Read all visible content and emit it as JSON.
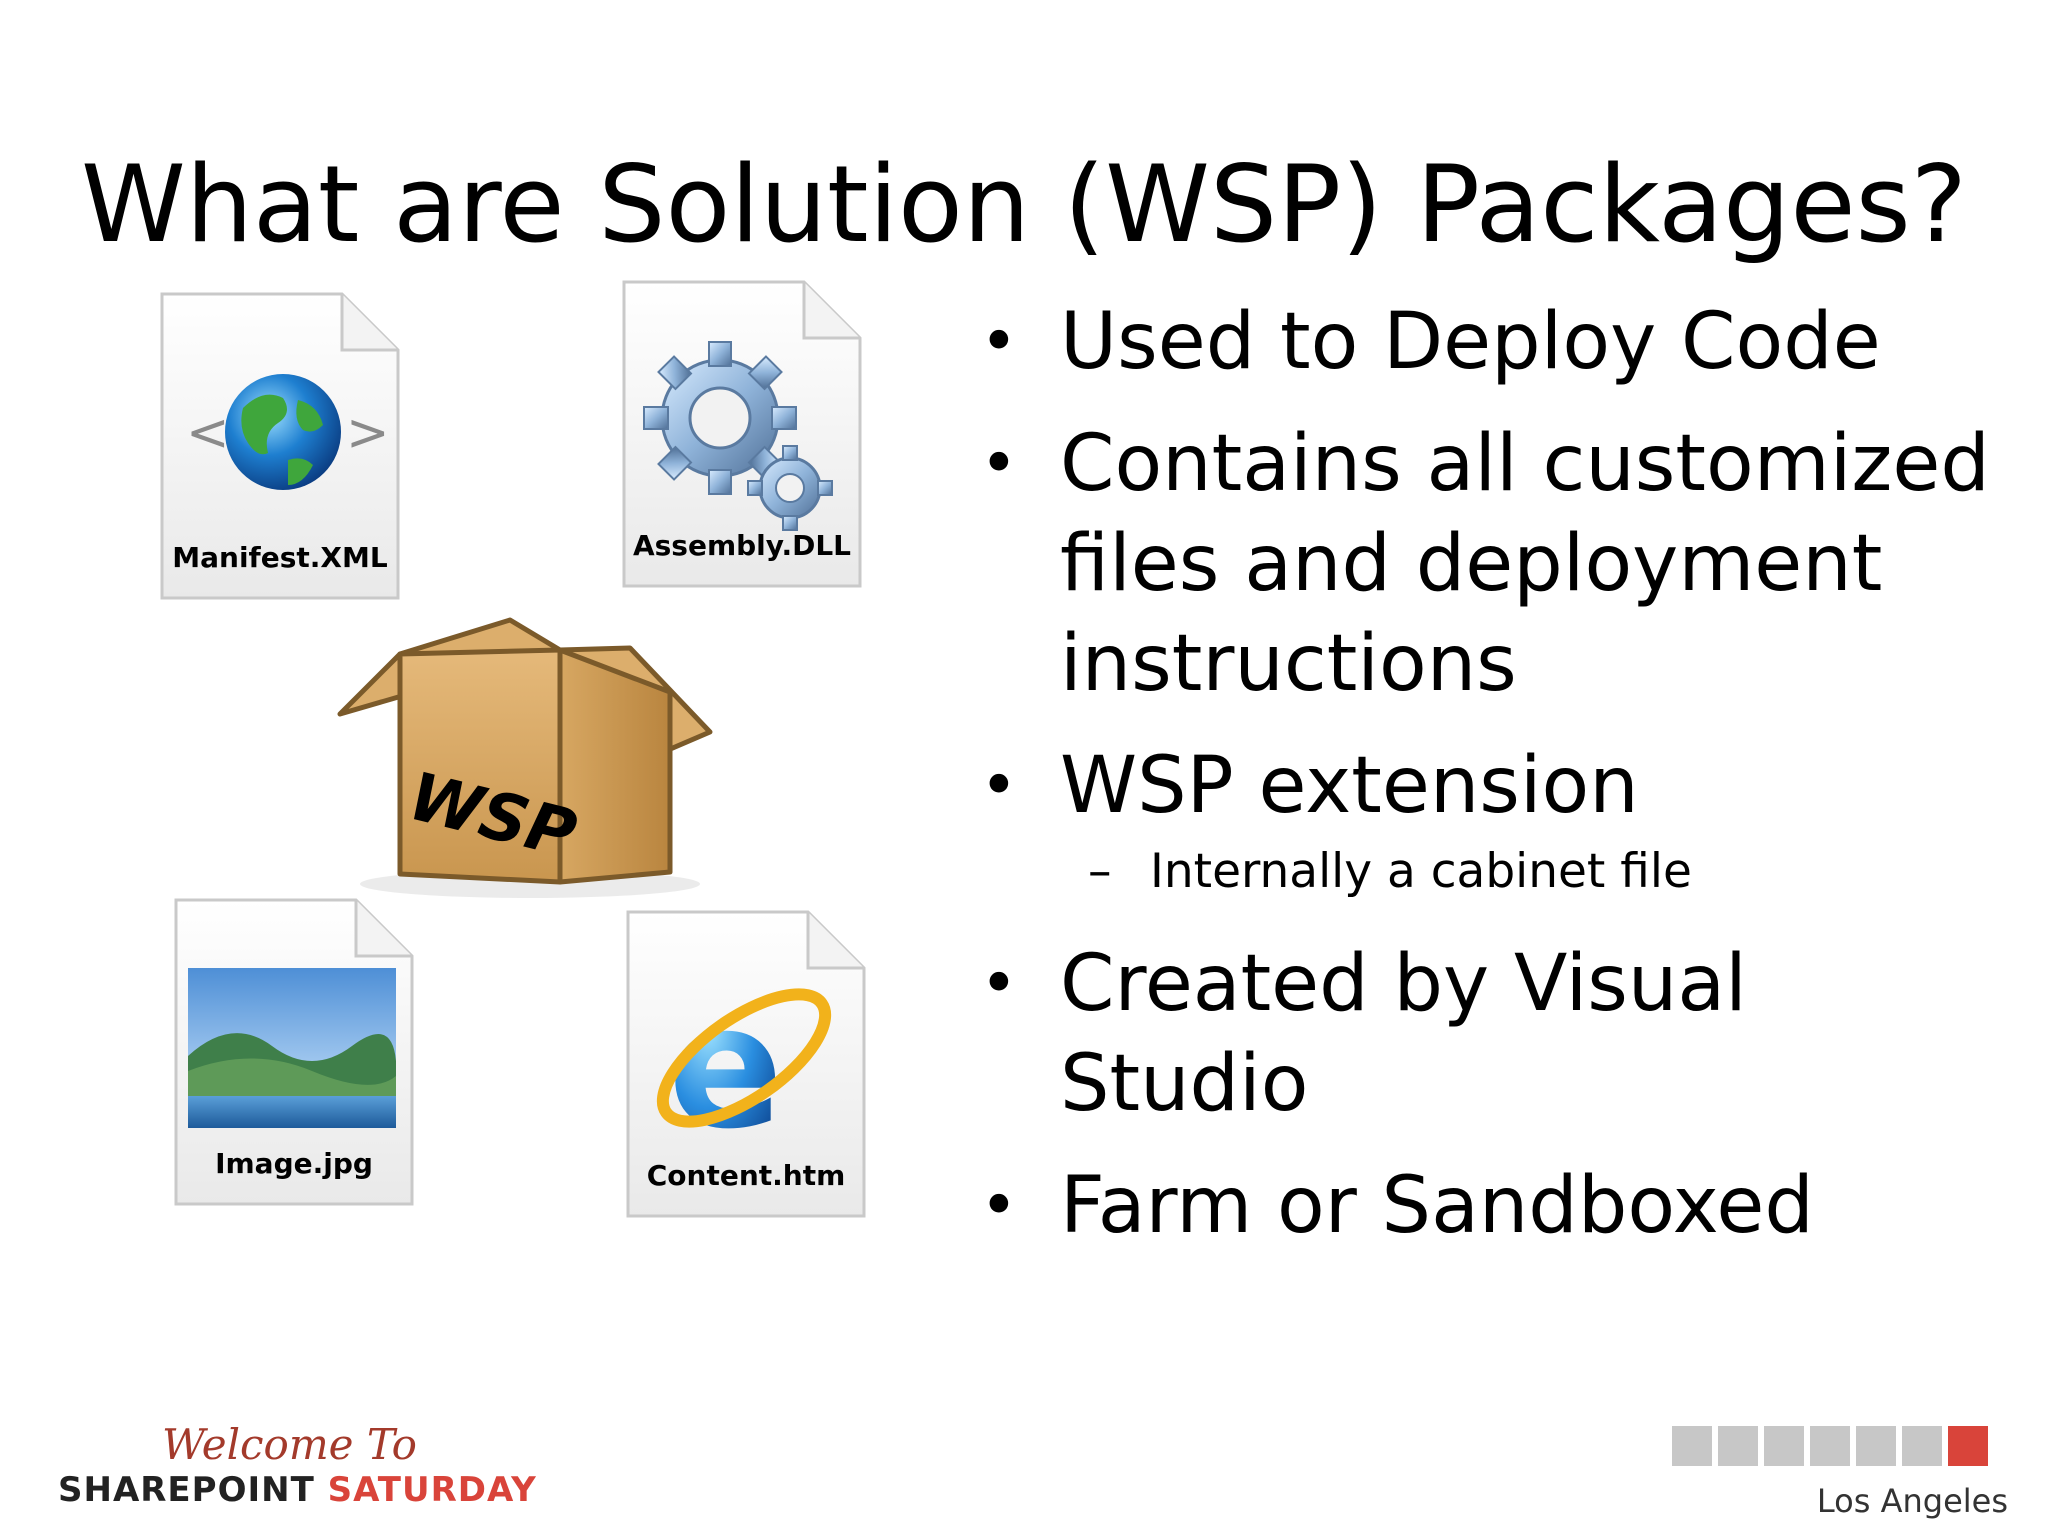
{
  "slide": {
    "title": "What are Solution (WSP) Packages?",
    "bullets": [
      {
        "level": 1,
        "marker": "•",
        "lines": [
          "Used to Deploy Code"
        ]
      },
      {
        "level": 1,
        "marker": "•",
        "lines": [
          "Contains all customized",
          "files and deployment",
          "instructions"
        ]
      },
      {
        "level": 1,
        "marker": "•",
        "lines": [
          "WSP extension"
        ]
      },
      {
        "level": 2,
        "marker": "–",
        "lines": [
          "Internally a cabinet file"
        ]
      },
      {
        "level": 1,
        "marker": "•",
        "lines": [
          "Created by Visual",
          "Studio"
        ]
      },
      {
        "level": 1,
        "marker": "•",
        "lines": [
          "Farm or Sandboxed"
        ]
      }
    ]
  },
  "files": {
    "manifest": {
      "label": "Manifest.XML",
      "icon": "globe-xml-icon"
    },
    "assembly": {
      "label": "Assembly.DLL",
      "icon": "gears-icon"
    },
    "image": {
      "label": "Image.jpg",
      "icon": "landscape-image-icon"
    },
    "content": {
      "label": "Content.htm",
      "icon": "internet-explorer-icon"
    }
  },
  "package": {
    "label": "WSP",
    "icon": "open-box-icon"
  },
  "footer": {
    "welcome": "Welcome To",
    "brand_part1": "SHAREPOINT",
    "brand_part2": "SATURDAY",
    "city": "Los Angeles",
    "colors": {
      "accent": "#d9443a",
      "welcome": "#a33a2b",
      "square": "#c7c7c7"
    }
  }
}
